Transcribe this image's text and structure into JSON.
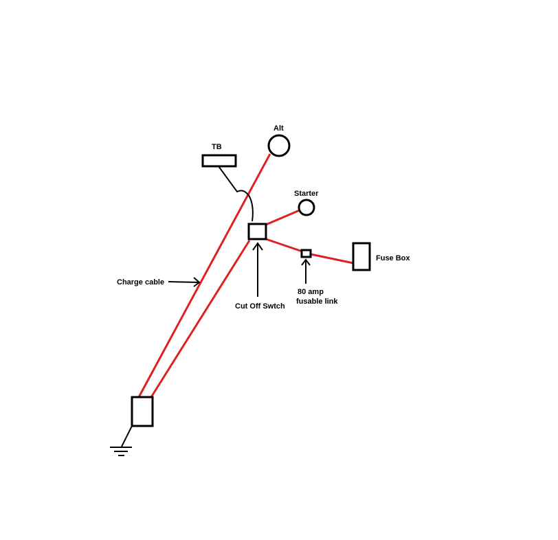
{
  "diagram": {
    "colors": {
      "wire_positive": "#e02020",
      "wire_signal": "#000000",
      "outline": "#000000",
      "background": "#ffffff"
    },
    "labels": {
      "alt": "Alt",
      "tb": "TB",
      "starter": "Starter",
      "fuse_box": "Fuse Box",
      "charge_cable": "Charge cable",
      "cut_off_switch": "Cut Off Swtch",
      "fusable_link_line1": "80 amp",
      "fusable_link_line2": "fusable link"
    },
    "components": [
      {
        "id": "battery",
        "icon": "battery-rectangle"
      },
      {
        "id": "ground",
        "icon": "ground-symbol"
      },
      {
        "id": "alternator",
        "icon": "circle"
      },
      {
        "id": "starter",
        "icon": "circle"
      },
      {
        "id": "terminal-block",
        "icon": "rectangle"
      },
      {
        "id": "cut-off-switch",
        "icon": "square"
      },
      {
        "id": "fusable-link",
        "icon": "small-square"
      },
      {
        "id": "fuse-box",
        "icon": "rectangle"
      }
    ]
  }
}
